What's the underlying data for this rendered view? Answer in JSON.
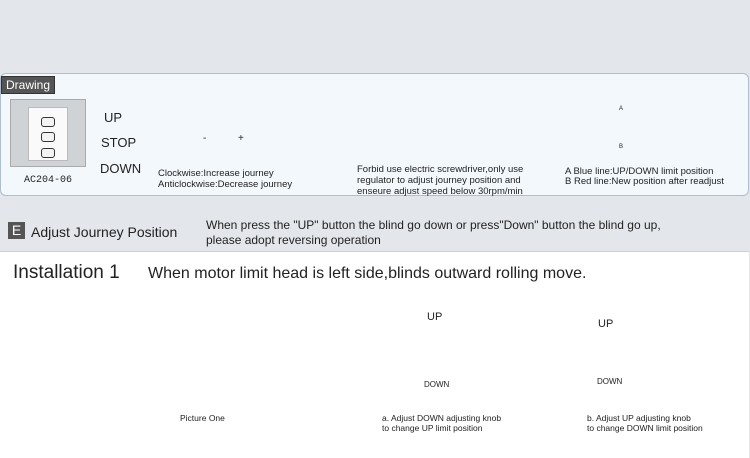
{
  "drawing": {
    "tab_label": "Drawing",
    "remote": {
      "model": "AC204-06",
      "up_label": "UP",
      "stop_label": "STOP",
      "down_label": "DOWN"
    },
    "knob": {
      "minus": "-",
      "plus": "+",
      "caption_line1": "Clockwise:Increase journey",
      "caption_line2": "Anticlockwise:Decrease journey"
    },
    "screwdriver": {
      "caption_line1": "Forbid use electric screwdriver,only use",
      "caption_line2": "regulator to adjust journey position and",
      "caption_line3": "enseure adjust speed below 30rpm/min"
    },
    "lines": {
      "label_a": "A",
      "label_b": "B",
      "caption_line1": "A Blue line:UP/DOWN limit position",
      "caption_line2": "B Red line:New position after readjust",
      "blue_color": "#7aa7d8",
      "red_color": "#e07070",
      "green_color": "#59b36a"
    }
  },
  "adjust": {
    "letter": "E",
    "title": "Adjust Journey Position",
    "note_line1": "When press the \"UP\" button the blind go down or press\"Down\" button the blind go up,",
    "note_line2": "please adopt reversing operation"
  },
  "installation": {
    "title": "Installation 1",
    "subtitle": "When motor limit head is left side,blinds outward rolling move.",
    "picture_one_caption": "Picture One",
    "picture_two": {
      "up_label": "UP",
      "down_label": "DOWN",
      "caption_line1": "a. Adjust DOWN adjusting knob",
      "caption_line2": "to change UP limit position"
    },
    "picture_three": {
      "up_label": "UP",
      "down_label": "DOWN",
      "caption_line1": "b. Adjust UP adjusting knob",
      "caption_line2": "to change DOWN limit position"
    }
  }
}
